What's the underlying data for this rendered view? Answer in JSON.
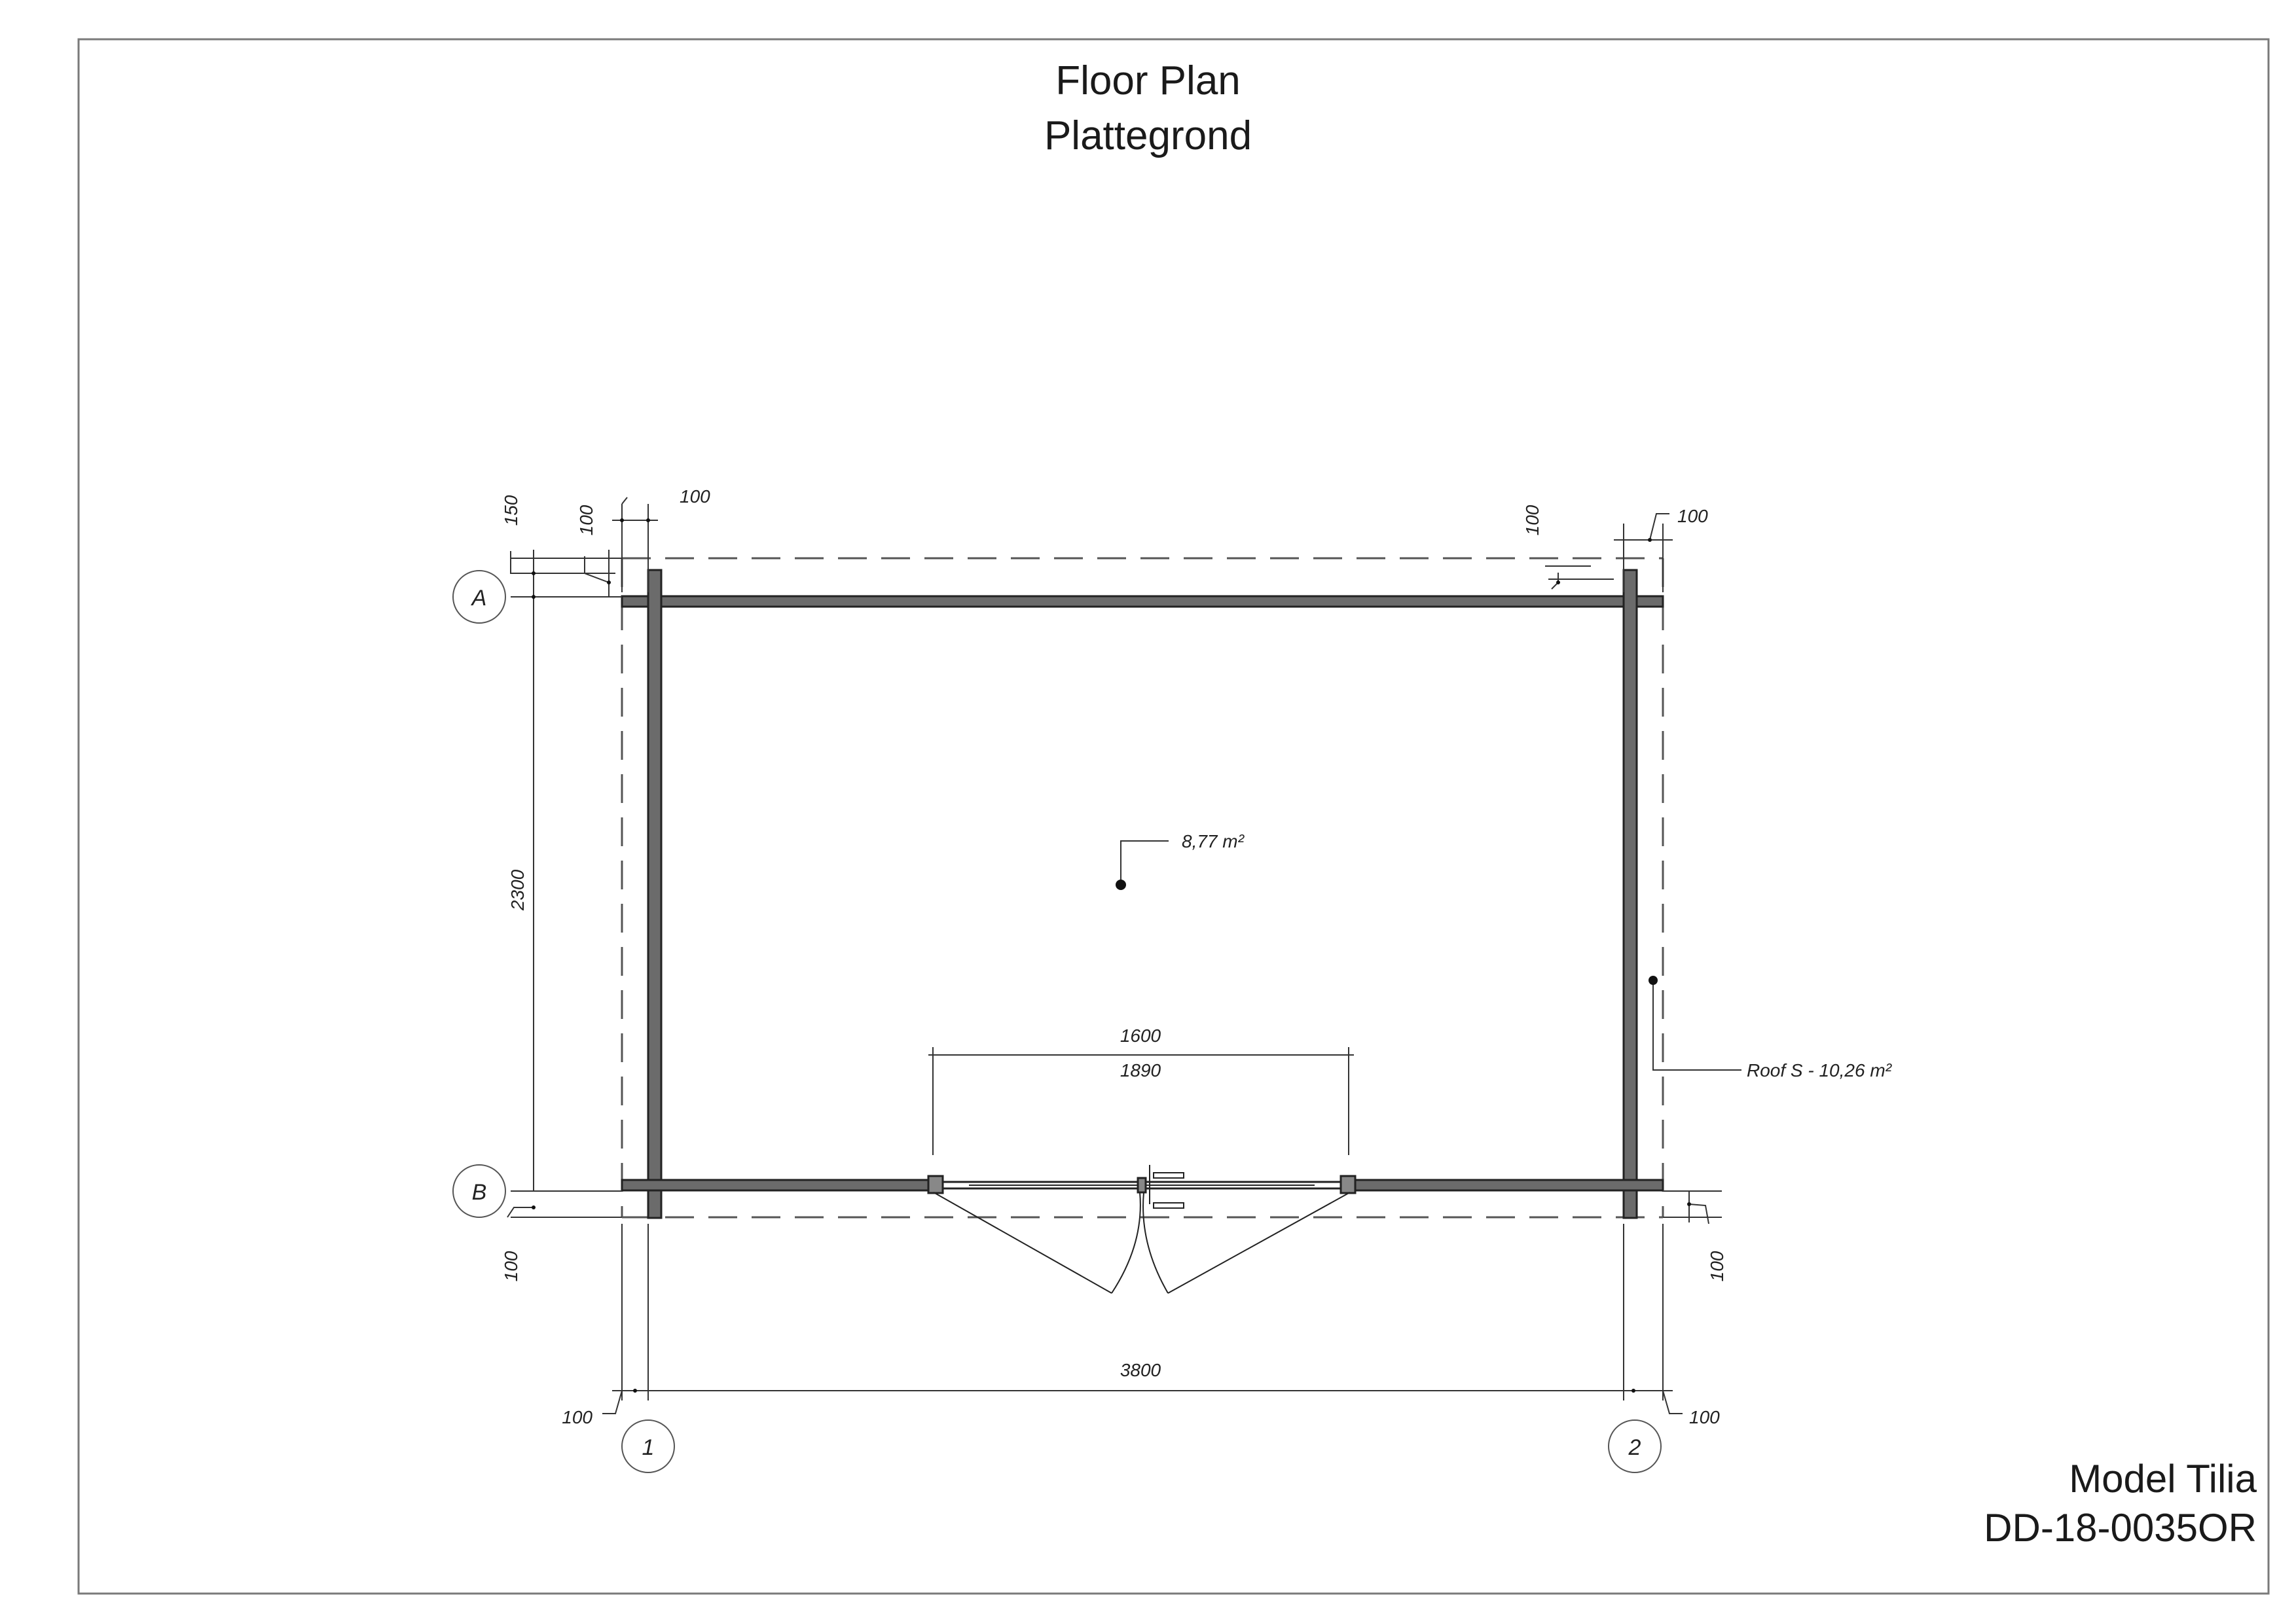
{
  "header": {
    "title_en": "Floor Plan",
    "title_nl": "Plattegrond"
  },
  "footer": {
    "model": "Model Tilia",
    "code": "DD-18-0035OR"
  },
  "grid": {
    "rows": [
      "A",
      "B"
    ],
    "columns": [
      "1",
      "2"
    ]
  },
  "dimensions": {
    "top_left_150": "150",
    "top_left_100_a": "100",
    "top_left_100_b": "100",
    "top_right_100_a": "100",
    "top_right_100_b": "100",
    "overall_depth": "2300",
    "bottom_left_100": "100",
    "bottom_right_100": "100",
    "overall_width": "3800",
    "bottom_left_100_b": "100",
    "bottom_right_100_b": "100",
    "door_clear": "1600",
    "door_frame": "1890"
  },
  "annotations": {
    "floor_area": "8,77 m²",
    "roof_area": "Roof S - 10,26 m²"
  },
  "colors": {
    "wall_fill": "#6b6b6b",
    "line": "#222222"
  }
}
